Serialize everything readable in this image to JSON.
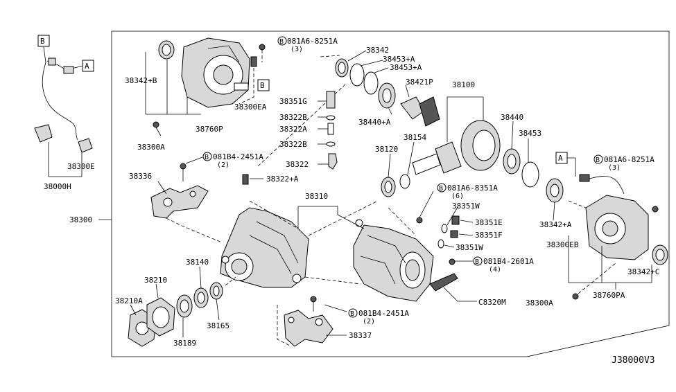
{
  "reference_code": "J38000V3",
  "markers": {
    "b": "B",
    "a": "A",
    "circle_b": "B"
  },
  "labels": {
    "p38000H": "38000H",
    "p38300E": "38300E",
    "p38300": "38300",
    "p38342B": "38342+B",
    "p38760P": "38760P",
    "p38300A": "38300A",
    "p38300EA": "38300EA",
    "bolt1_pn": "081A6-8251A",
    "bolt1_qty": "(3)",
    "p38342": "38342",
    "p38453A_top": "38453+A",
    "p38453A_bot": "38453+A",
    "p38421P": "38421P",
    "p38100": "38100",
    "p38351G": "38351G",
    "p38322B_1": "38322B",
    "p38322A": "38322A",
    "p38322B_2": "38322B",
    "p38322": "38322",
    "p38440A": "38440+A",
    "p38440": "38440",
    "p38453": "38453",
    "p38120": "38120",
    "p38154": "38154",
    "bolt2_pn": "081B4-2451A",
    "bolt2_qty": "(2)",
    "p38336": "38336",
    "p38322A_plug": "38322+A",
    "p38310": "38310",
    "bolt3_pn": "081A6-8351A",
    "bolt3_qty": "(6)",
    "p38351W_1": "38351W",
    "p38351E": "38351E",
    "p38351F": "38351F",
    "p38351W_2": "38351W",
    "bolt4_pn": "081B4-2601A",
    "bolt4_qty": "(4)",
    "p38342A": "38342+A",
    "bolt5_pn": "081A6-8251A",
    "bolt5_qty": "(3)",
    "p38300EB": "38300EB",
    "p38342C": "38342+C",
    "p38760PA": "38760PA",
    "p38300A_2": "38300A",
    "pC8320M": "C8320M",
    "p38140": "38140",
    "p38210": "38210",
    "p38210A": "38210A",
    "p38189": "38189",
    "p38165": "38165",
    "bolt6_pn": "081B4-2451A",
    "bolt6_qty": "(2)",
    "p38337": "38337"
  }
}
